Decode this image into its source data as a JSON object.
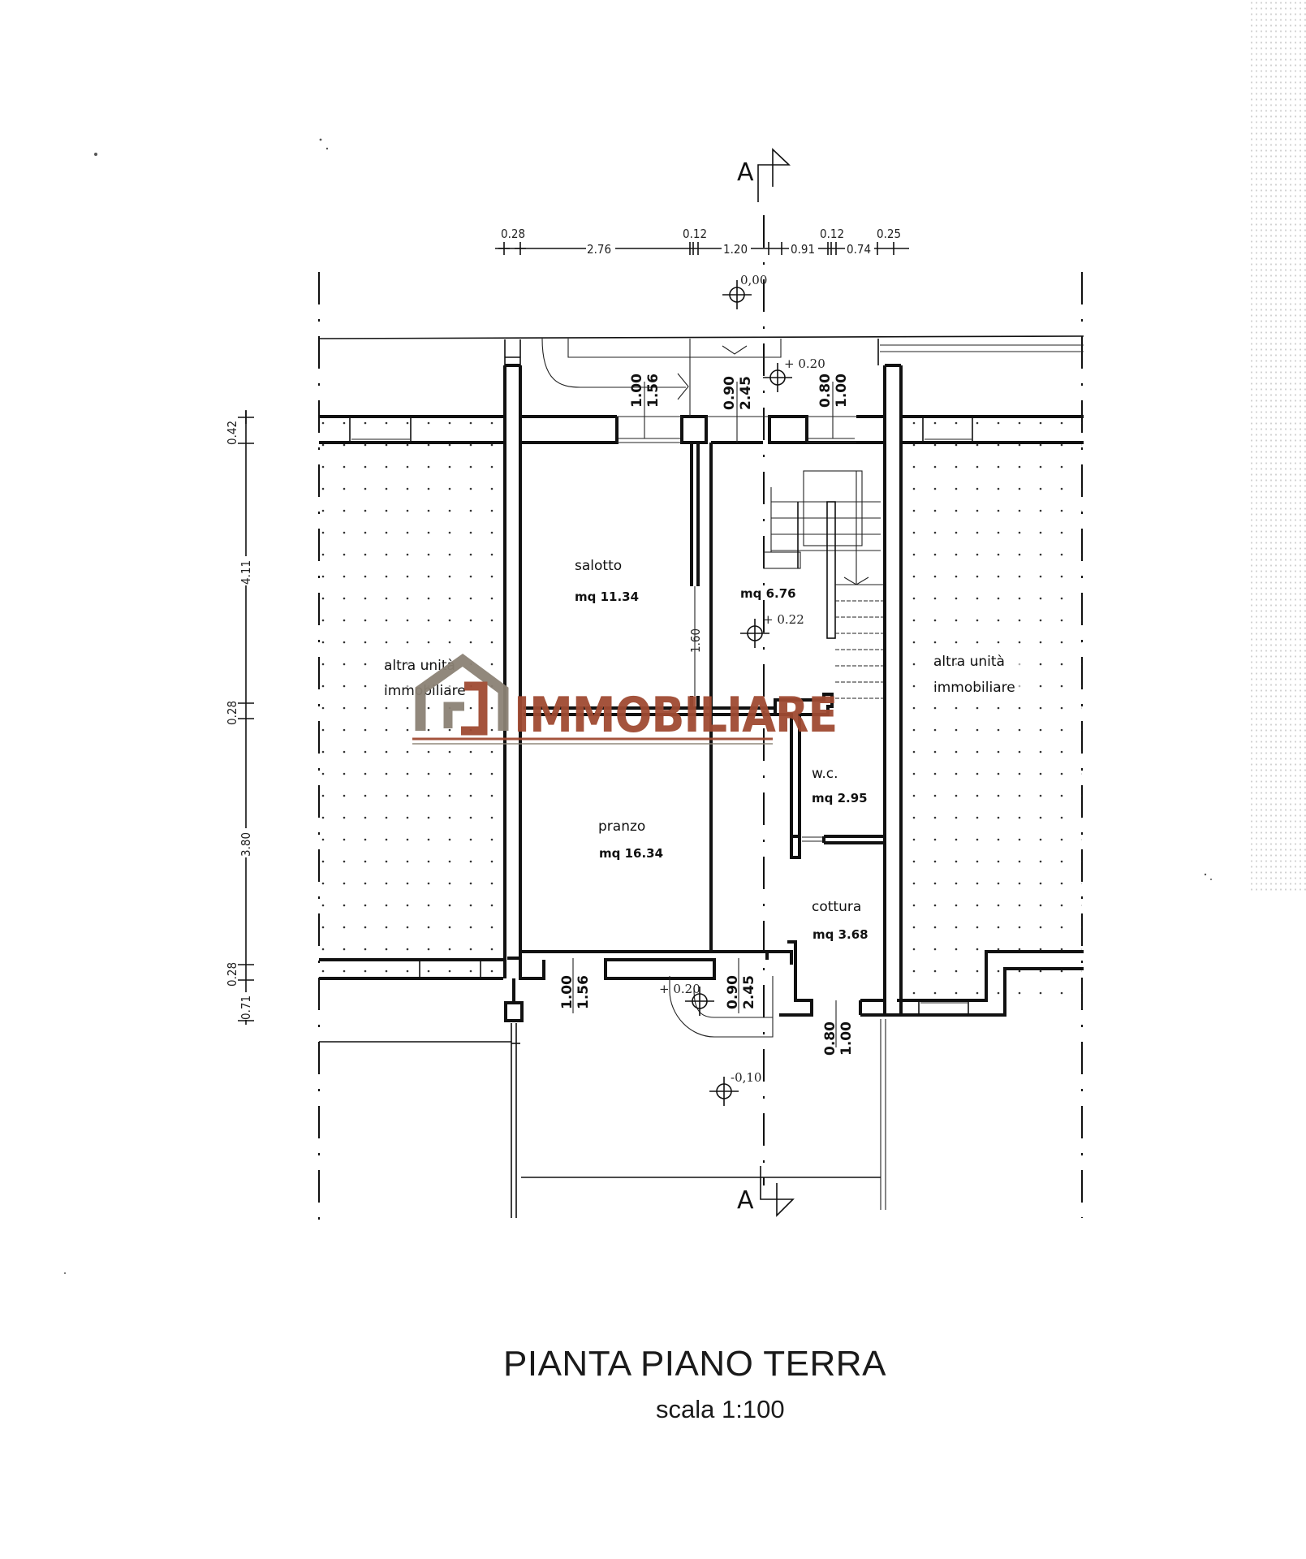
{
  "drawing": {
    "title": "PIANTA PIANO TERRA",
    "scale": "scala 1:100",
    "section_marker_top": "A",
    "section_marker_bottom": "A"
  },
  "dimensions_top": [
    "0.28",
    "2.76",
    "0.12",
    "1.20",
    "0.91",
    "0.12",
    "0.74",
    "0.25"
  ],
  "dimensions_left": [
    "0.42",
    "4.11",
    "0.28",
    "3.80",
    "0.28",
    "0.71"
  ],
  "levels": {
    "street": "0,00",
    "entrance_front": "+ 0.20",
    "hall": "+ 0.22",
    "entrance_rear": "+ 0.20",
    "garden": "-0,10"
  },
  "openings": {
    "top_left_window": {
      "width": "1.00",
      "height": "1.56"
    },
    "top_door": {
      "width": "0.90",
      "height": "2.45"
    },
    "top_right_window": {
      "width": "0.80",
      "height": "1.00"
    },
    "internal_door": {
      "width": "1.60"
    },
    "bottom_left_window": {
      "width": "1.00",
      "height": "1.56"
    },
    "bottom_door": {
      "width": "0.90",
      "height": "2.45"
    },
    "bottom_right_window": {
      "width": "0.80",
      "height": "1.00"
    }
  },
  "rooms": [
    {
      "name": "salotto",
      "area": "mq 11.34"
    },
    {
      "name": "",
      "area": "mq 6.76"
    },
    {
      "name": "pranzo",
      "area": "mq 16.34"
    },
    {
      "name": "w.c.",
      "area": "mq 2.95"
    },
    {
      "name": "cottura",
      "area": "mq 3.68"
    }
  ],
  "neighbors": {
    "left": {
      "line1": "altra  unità",
      "line2": "immobiliare"
    },
    "right": {
      "line1": "altra  unità",
      "line2": "immobiliare"
    }
  },
  "watermark": {
    "brand": "IMMOBILIARE",
    "monogram": "GD",
    "color_brand": "#a04a32",
    "color_house": "#8c8275"
  }
}
